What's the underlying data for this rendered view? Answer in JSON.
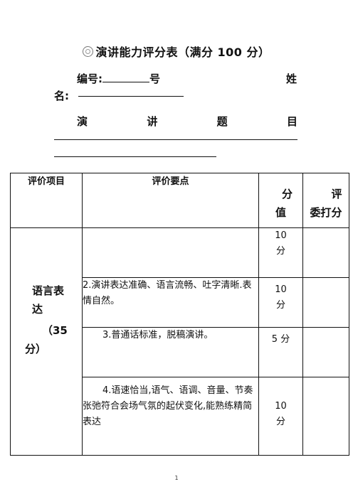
{
  "doc": {
    "title": "演讲能力评分表（满分 100 分）",
    "number_label": "编号:",
    "number_suffix": "号",
    "name_label_1": "姓",
    "name_label_2": "名:",
    "topic_chars": [
      "演",
      "讲",
      "题",
      "目"
    ],
    "page_number": "1"
  },
  "table": {
    "headers": {
      "item": "评价项目",
      "points": "评价要点",
      "score_1": "分",
      "score_2": "值",
      "judge_1": "评",
      "judge_2": "委打分"
    },
    "category": {
      "line1": "语言表",
      "line2": "达",
      "line3": "（35",
      "line4": "分）"
    },
    "rows": [
      {
        "text": "",
        "score_1": "10",
        "score_2": "分"
      },
      {
        "text": "2.演讲表达准确、语言流畅、吐字清晰.表情自然。",
        "score_1": "10",
        "score_2": "分"
      },
      {
        "text": "3.普通话标准，脱稿演讲。",
        "score_1": "5 分",
        "score_2": ""
      },
      {
        "text": "4.语速恰当,语气、语调、音量、节奏张弛符合会场气氛的起伏变化,能熟练精简表达",
        "score_1": "10",
        "score_2": "分"
      }
    ]
  }
}
